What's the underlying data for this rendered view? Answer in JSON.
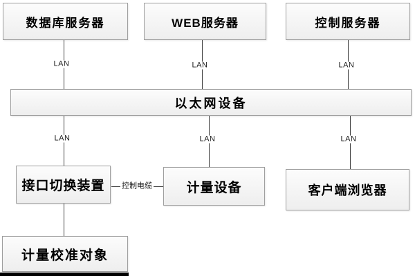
{
  "diagram": {
    "nodes": {
      "db_server": {
        "label": "数据库服务器"
      },
      "web_server": {
        "label": "WEB服务器"
      },
      "control_server": {
        "label": "控制服务器"
      },
      "ethernet": {
        "label": "以太网设备"
      },
      "interface_switch": {
        "label": "接口切换装置"
      },
      "metering_device": {
        "label": "计量设备"
      },
      "client_browser": {
        "label": "客户端浏览器"
      },
      "calibration_object": {
        "label": "计量校准对象"
      }
    },
    "edge_labels": {
      "lan": "LAN",
      "control_cable": "控制电缆"
    },
    "colors": {
      "background": "#ffffff",
      "box_fill_top": "#fcfcfc",
      "box_fill_bottom": "#eeeeee",
      "box_border": "#9e9e9e",
      "connector": "#404040",
      "label_text": "#000000",
      "bottom_bar": "#000000"
    }
  }
}
